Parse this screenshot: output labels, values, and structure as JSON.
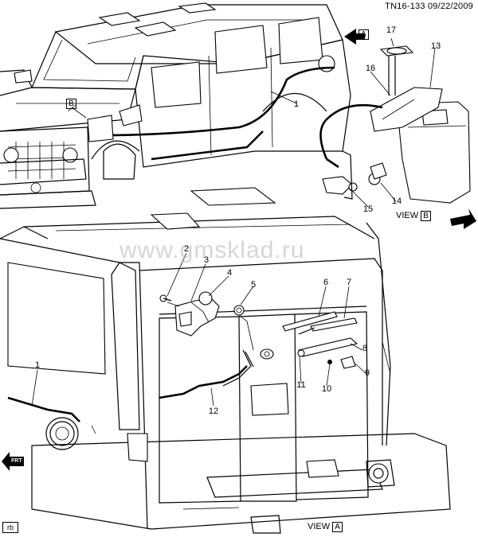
{
  "header": {
    "code": "TN16-133",
    "date": "09/22/2009"
  },
  "watermark": "www.gmsklad.ru",
  "view_a": {
    "word": "VIEW",
    "letter": "A"
  },
  "view_b": {
    "word": "VIEW",
    "letter": "B"
  },
  "detail_markers": {
    "a": "A",
    "b": "B"
  },
  "corner_tag": "rb",
  "front_arrow": "FRT",
  "callouts": [
    "1",
    "2",
    "3",
    "4",
    "5",
    "6",
    "7",
    "8",
    "9",
    "10",
    "11",
    "12",
    "13",
    "14",
    "15",
    "16",
    "17",
    "1"
  ]
}
